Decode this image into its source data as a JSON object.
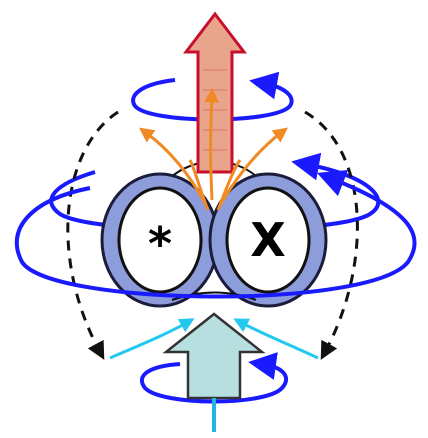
{
  "diagram": {
    "labels": {
      "left_ring_symbol": "*",
      "right_ring_symbol": "X"
    },
    "colors": {
      "background": "#ffffff",
      "outflow_arrow_fill": "#e8a58c",
      "outflow_arrow_stroke": "#c8102e",
      "inflow_arrow_fill": "#b7dfe0",
      "inflow_arrow_stroke": "#333333",
      "inflow_stem": "#22b5e0",
      "orange_rays": "#f08a24",
      "blue_loops": "#1a1aff",
      "ring_fill": "#8d9ddb",
      "ring_outline": "#1b1b3a",
      "ring_core": "#ffffff",
      "return_path": "#111111",
      "cyan_rays": "#22c8f0"
    },
    "elements": [
      "outflow-arrow",
      "orange-spread-rays",
      "top-swirl-loop",
      "middle-swirl-loop",
      "equatorial-loop",
      "left-ring",
      "right-ring",
      "left-return-path",
      "right-return-path",
      "cyan-converge-rays",
      "inflow-arrow",
      "bottom-swirl-loop"
    ]
  }
}
